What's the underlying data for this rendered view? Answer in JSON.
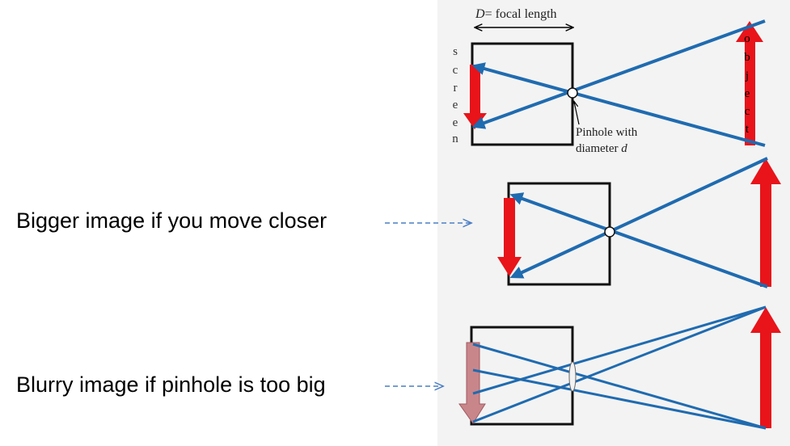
{
  "focal_label_var": "D",
  "focal_label_text": "= focal length",
  "screen_letters": [
    "s",
    "c",
    "r",
    "e",
    "e",
    "n"
  ],
  "object_letters": [
    "o",
    "b",
    "j",
    "e",
    "c",
    "t"
  ],
  "pinhole_line1": "Pinhole with",
  "pinhole_line2_prefix": "diameter ",
  "pinhole_line2_var": "d",
  "caption_closer": "Bigger image if you move closer",
  "caption_blurry": "Blurry image if pinhole is too big",
  "colors": {
    "ray": "#1f6bb0",
    "arrow": "#e8141a",
    "blurry_arrow": "#c9868a",
    "dashed_pointer": "#4a7ec4"
  }
}
